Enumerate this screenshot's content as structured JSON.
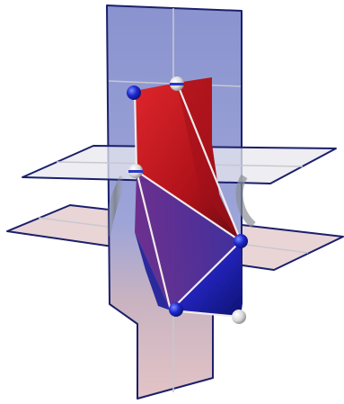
{
  "figure": {
    "colors": {
      "vertical_plane_fill": "#8e96cf",
      "vertical_plane_fill_lower": "#d9b8bd",
      "plane_edge": "#1b1f6b",
      "horizontal_plane_fill": "#e8e8ee",
      "horizontal_plane_fill_lower": "#e6cfd0",
      "red_surface": "#c0161b",
      "red_surface_dark": "#6e0a12",
      "blue_surface": "#1b1fa8",
      "blue_surface_dark": "#0c0f58",
      "purple_overlap": "#5a2a8c",
      "ruling_line": "#f2ecec",
      "guide_line": "#c8c8d0",
      "point_blue": "#1b26c9",
      "point_white": "#e8e8e8"
    },
    "points": [
      {
        "id": "A",
        "color": "blue"
      },
      {
        "id": "B",
        "color": "white"
      },
      {
        "id": "C",
        "color": "white"
      },
      {
        "id": "D",
        "color": "blue"
      },
      {
        "id": "E",
        "color": "blue"
      },
      {
        "id": "F",
        "color": "white"
      }
    ]
  }
}
